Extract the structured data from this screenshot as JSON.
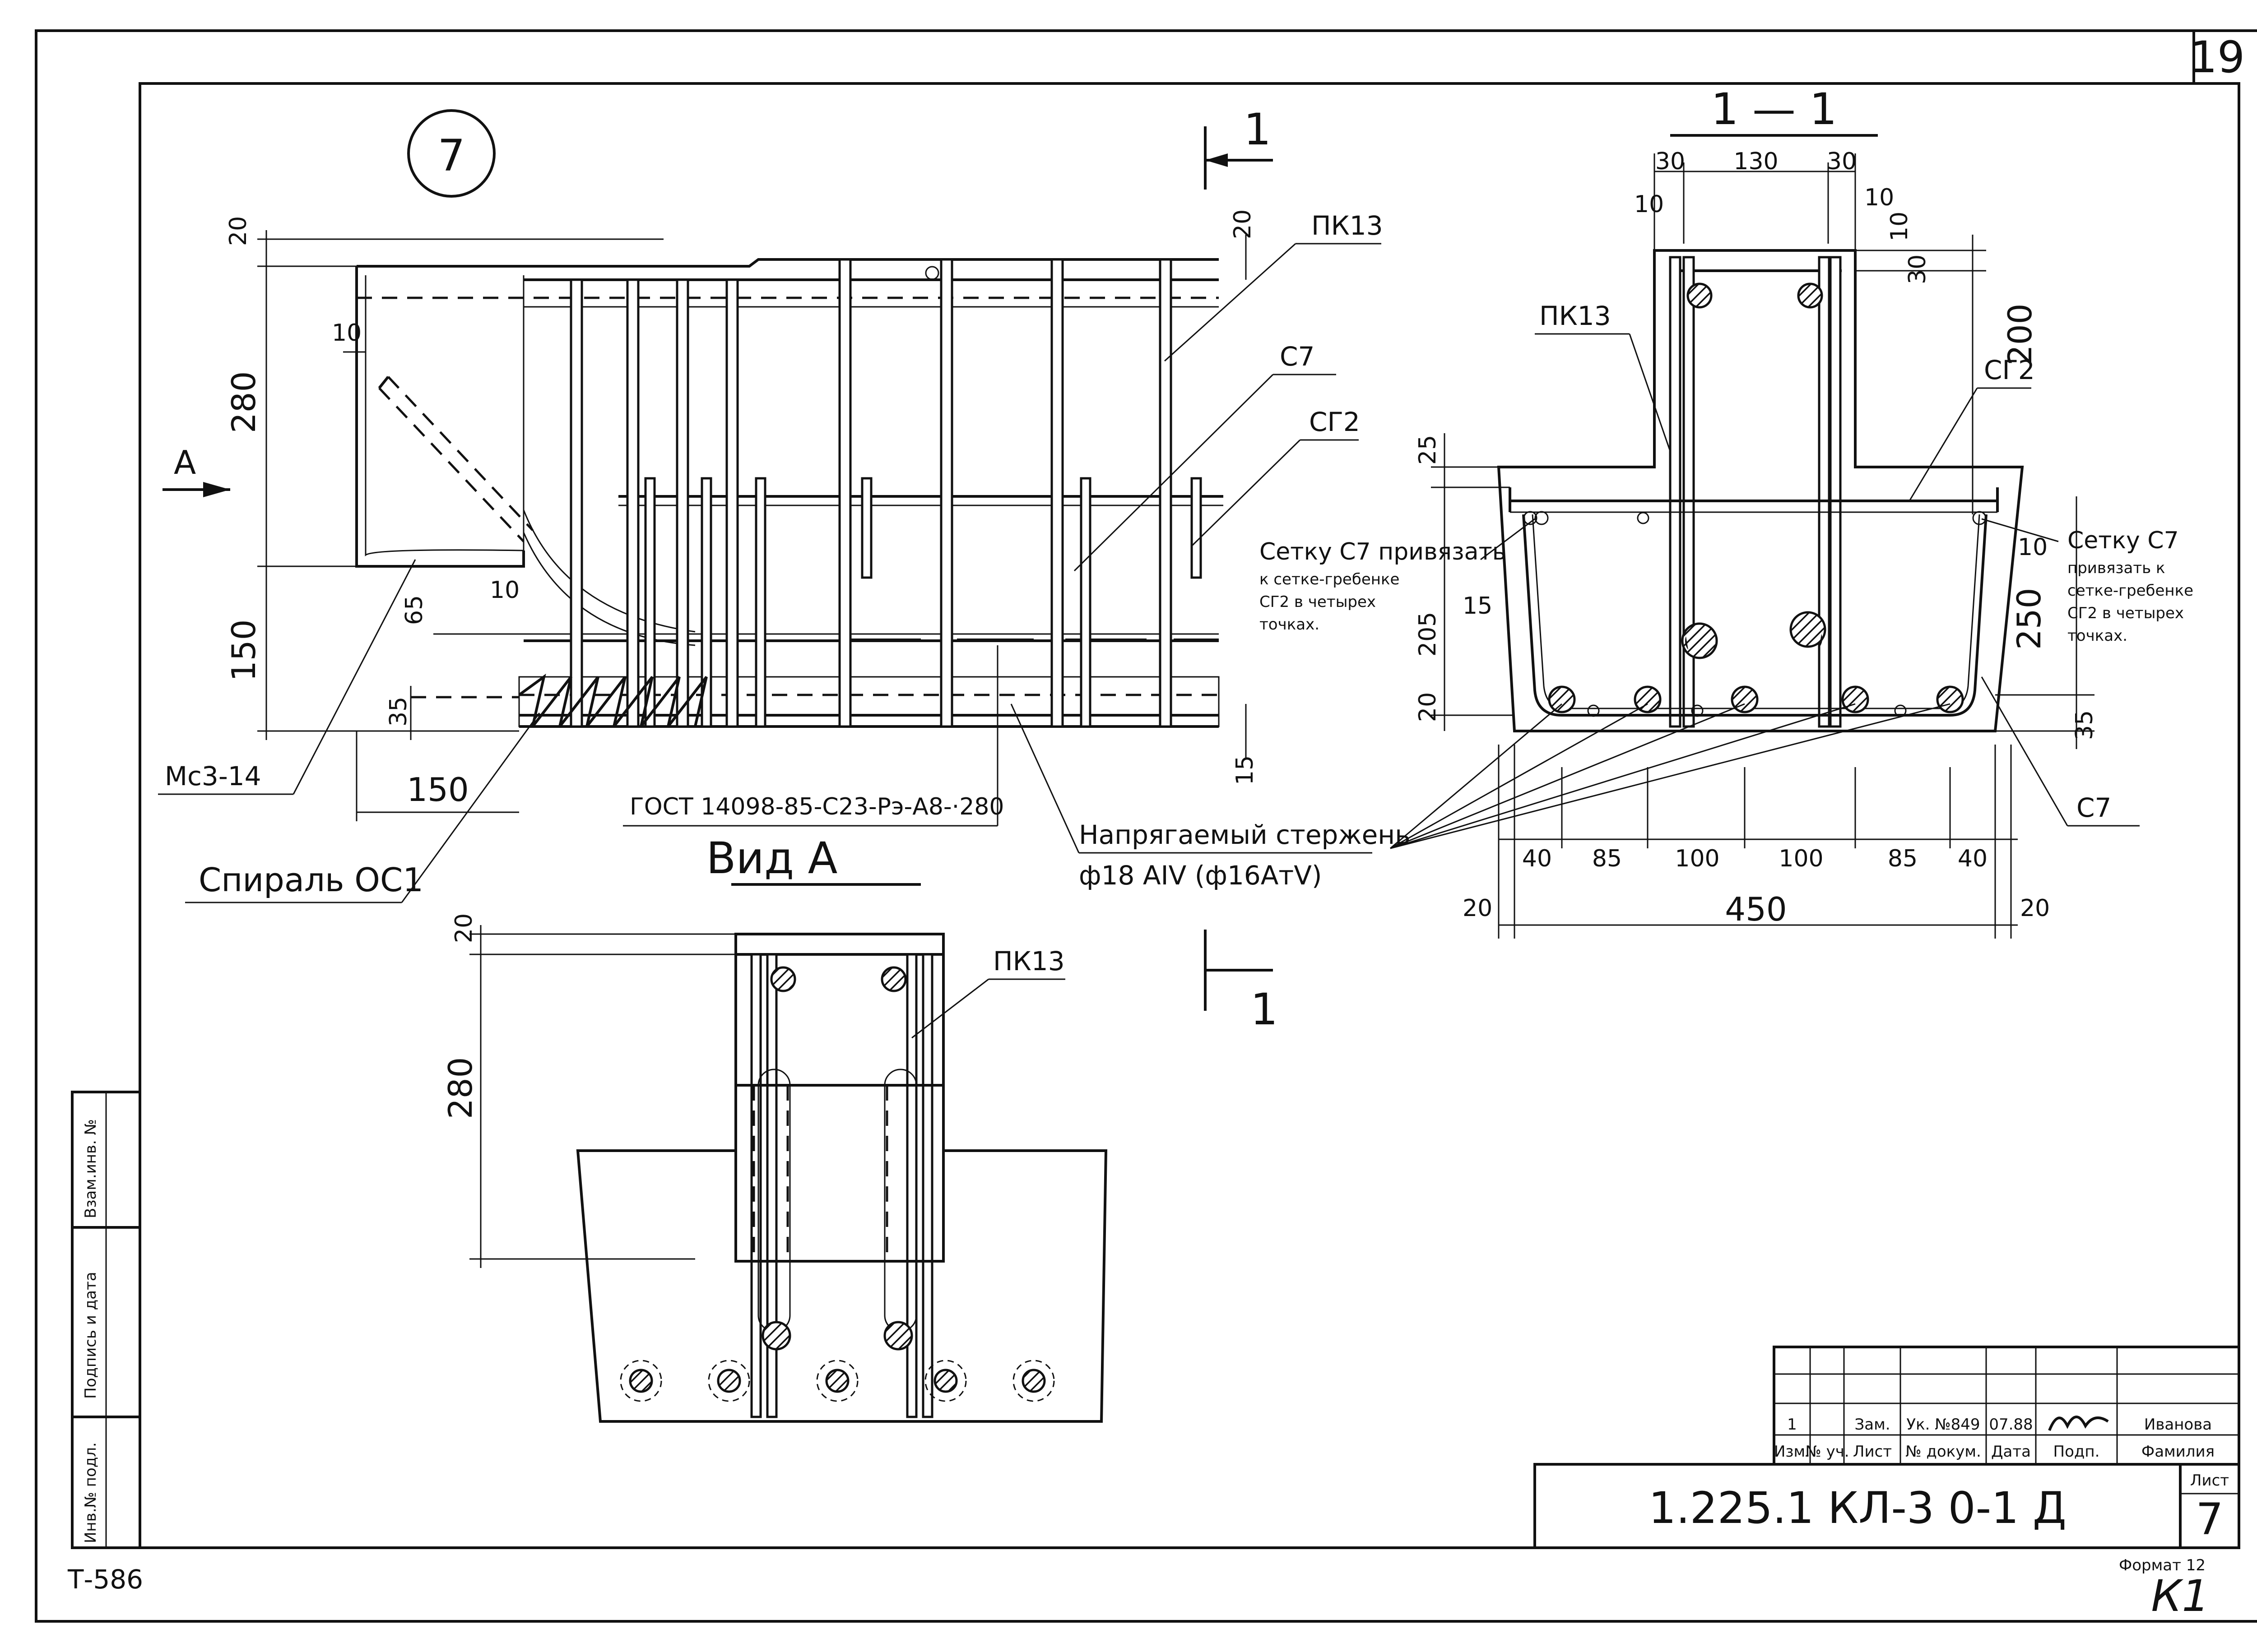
{
  "sheet": {
    "page_number": "19",
    "stamp_left": "Т-586",
    "format": "Формат 12",
    "corner_mark": "К1"
  },
  "detail": {
    "number": "7",
    "section_mark": "1",
    "section_title": "1 — 1",
    "view_title": "Вид А",
    "view_arrow": "А"
  },
  "labels": {
    "pk13": "ПК13",
    "c7": "С7",
    "cg2": "СГ2",
    "mc3": "Мс3-14",
    "spiral": "Спираль ОС1",
    "gost": "ГОСТ 14098-85-С23-Рэ-А8-·280",
    "rod_line1": "Напрягаемый стержень",
    "rod_line2": "ф18 АIV (ф16АтV)",
    "note_left": [
      "Сетку С7 привязать",
      "к сетке-гребенке",
      "СГ2 в четырех",
      "точках."
    ],
    "note_right": [
      "Сетку С7",
      "привязать к",
      "сетке-гребенке",
      "СГ2 в четырех",
      "точках."
    ]
  },
  "dims": {
    "main": {
      "d20": "20",
      "d280": "280",
      "d150": "150",
      "d10": "10",
      "d65": "65",
      "d35": "35",
      "d150b": "150",
      "d15": "15"
    },
    "section": {
      "d30a": "30",
      "d130": "130",
      "d30b": "30",
      "d10a": "10",
      "d10b": "10",
      "d10c": "10",
      "d30c": "30",
      "d200": "200",
      "d25": "25",
      "d15": "15",
      "d205": "205",
      "d20": "20",
      "d250": "250",
      "d10r": "10",
      "d35": "35",
      "bottom": [
        "40",
        "85",
        "100",
        "100",
        "85",
        "40"
      ],
      "d20l": "20",
      "d450": "450",
      "d20r": "20"
    },
    "view": {
      "d20": "20",
      "d280": "280"
    }
  },
  "side_stamp": [
    "Инв.№ подл.",
    "Подпись и дата",
    "Взам.инв. №"
  ],
  "title_block": {
    "rev": [
      "1",
      "",
      "Зам.",
      "Ук. №849",
      "07.88",
      "подпись",
      "Иванова"
    ],
    "head": [
      "Изм.",
      "№ уч.",
      "Лист",
      "№ докум.",
      "Дата",
      "Подп.",
      "Фамилия"
    ],
    "code": "1.225.1 КЛ-3 0-1 Д",
    "sheet_label": "Лист",
    "sheet_no": "7"
  }
}
